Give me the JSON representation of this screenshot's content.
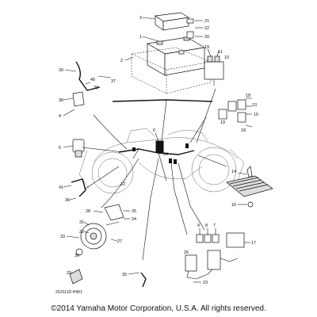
{
  "diagram": {
    "code": "2S3111D-H491",
    "callouts": [
      "1",
      "2",
      "3",
      "4",
      "5",
      "6",
      "7",
      "8",
      "9",
      "10",
      "11",
      "12",
      "13",
      "14",
      "15",
      "16",
      "17",
      "18",
      "19",
      "20",
      "21",
      "22",
      "23",
      "24",
      "25",
      "26",
      "27",
      "28",
      "29",
      "30",
      "31",
      "32",
      "33",
      "34",
      "35",
      "36",
      "37",
      "38",
      "39",
      "40",
      "41"
    ]
  },
  "footer": {
    "copyright": "©2014 Yamaha Motor Corporation, U.S.A. All rights reserved."
  }
}
